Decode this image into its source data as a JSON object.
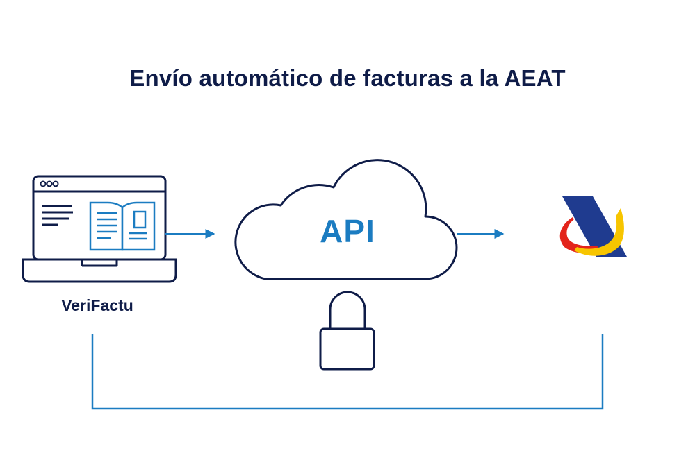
{
  "title": "Envío automático de facturas a la AEAT",
  "nodes": {
    "verifactu": {
      "label": "VeriFactu",
      "icon": "laptop-invoice-icon"
    },
    "api": {
      "label": "API",
      "icon": "cloud-icon"
    },
    "lock": {
      "icon": "padlock-icon"
    },
    "aeat": {
      "icon": "aeat-logo"
    }
  },
  "colors": {
    "dark_navy": "#0f1c48",
    "accent_blue": "#1b7cc1",
    "logo_navy": "#1f3b8f",
    "logo_red": "#e3241b",
    "logo_yellow": "#f7c500"
  }
}
